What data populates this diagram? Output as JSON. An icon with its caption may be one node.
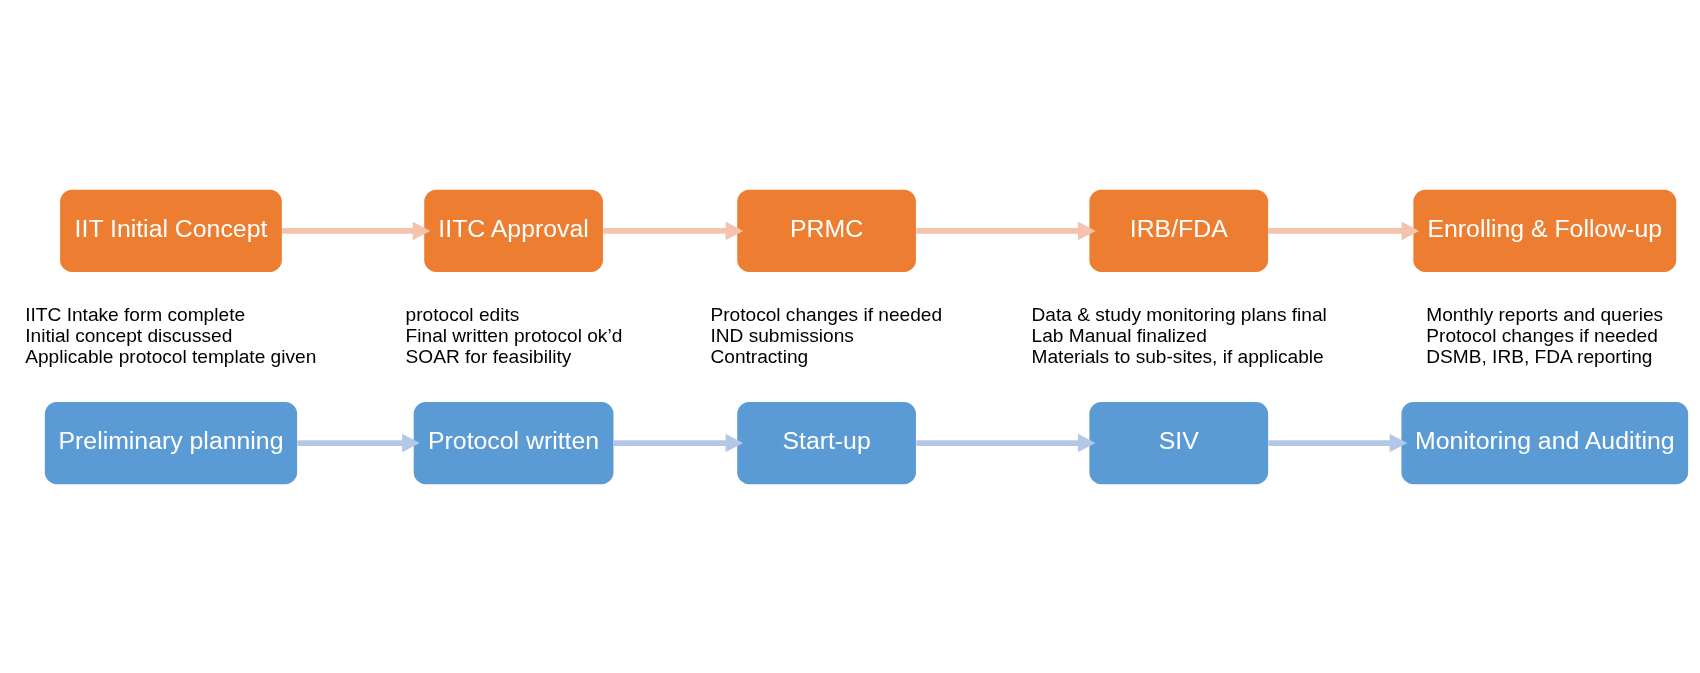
{
  "diagram": {
    "nodes": [
      {
        "text": [
          "IIT Initial Concept"
        ],
        "beside": [
          "IITC Intake form complete",
          "Initial concept discussed",
          "Applicable protocol template given"
        ]
      },
      {
        "text": [
          "IITC Approval"
        ],
        "beside": [
          "protocol edits",
          "Final written protocol ok’d",
          "SOAR for feasibility"
        ]
      },
      {
        "text": [
          "PRMC"
        ],
        "beside": [
          "Protocol changes if needed",
          "IND submissions",
          "Contracting"
        ]
      },
      {
        "text": [
          "IRB/FDA"
        ],
        "beside": [
          "Data & study monitoring plans final",
          "Lab Manual finalized",
          "Materials to sub-sites, if applicable"
        ]
      },
      {
        "text": [
          "Enrolling & Follow-up"
        ],
        "beside": [
          "Monthly reports and queries",
          "Protocol changes if needed",
          "DSMB, IRB, FDA reporting"
        ]
      },
      {
        "text": [
          "Preliminary planning"
        ]
      },
      {
        "text": [
          "Protocol written"
        ]
      },
      {
        "text": [
          "Start-up"
        ]
      },
      {
        "text": [
          "SIV"
        ]
      },
      {
        "text": [
          "Monitoring and Auditing"
        ]
      }
    ],
    "edges": [
      {
        "from": 0,
        "to": 1,
        "arrow": "to",
        "color": "#f4c2ad"
      },
      {
        "from": 1,
        "to": 2,
        "arrow": "to",
        "color": "#f4c2ad"
      },
      {
        "from": 2,
        "to": 3,
        "arrow": "to",
        "color": "#f4c2ad"
      },
      {
        "from": 3,
        "to": 4,
        "arrow": "to",
        "color": "#f4c2ad"
      },
      {
        "from": 5,
        "to": 6,
        "arrow": "to",
        "color": "#b4c7e7"
      },
      {
        "from": 6,
        "to": 7,
        "arrow": "to",
        "color": "#b4c7e7"
      },
      {
        "from": 7,
        "to": 8,
        "arrow": "to",
        "color": "#b4c7e7"
      },
      {
        "from": 8,
        "to": 9,
        "arrow": "to",
        "color": "#b4c7e7"
      }
    ]
  }
}
